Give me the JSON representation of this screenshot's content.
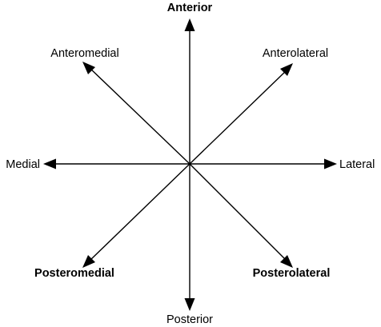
{
  "directions": [
    {
      "key": "anterior",
      "label": "Anterior",
      "bold": true
    },
    {
      "key": "anterolateral",
      "label": "Anterolateral",
      "bold": false
    },
    {
      "key": "lateral",
      "label": "Lateral",
      "bold": false
    },
    {
      "key": "posterolateral",
      "label": "Posterolateral",
      "bold": true
    },
    {
      "key": "posterior",
      "label": "Posterior",
      "bold": false
    },
    {
      "key": "posteromedial",
      "label": "Posteromedial",
      "bold": true
    },
    {
      "key": "medial",
      "label": "Medial",
      "bold": false
    },
    {
      "key": "anteromedial",
      "label": "Anteromedial",
      "bold": false
    }
  ],
  "colors": {
    "line": "#000000",
    "text": "#000000",
    "background": "#ffffff"
  }
}
